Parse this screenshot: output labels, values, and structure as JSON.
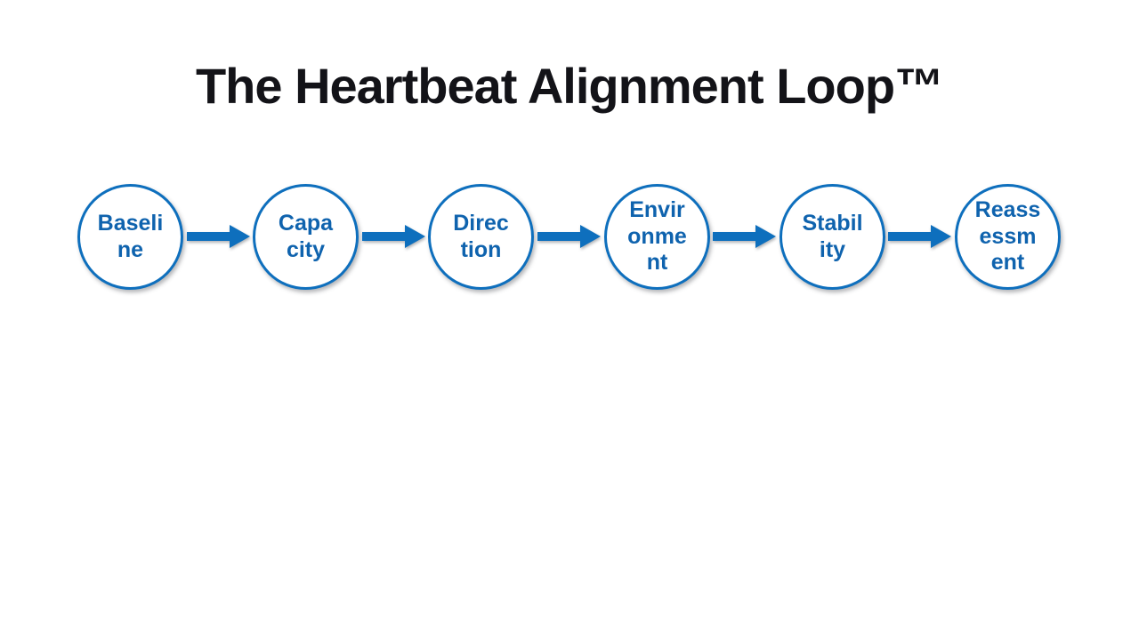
{
  "slide": {
    "title": "The Heartbeat Alignment Loop™",
    "background_color": "#ffffff",
    "title_color": "#131318"
  },
  "diagram": {
    "type": "process-flow",
    "connector_icon": "arrow-right",
    "accent_color": "#0e6fbd",
    "label_color": "#0f63ae",
    "node_fill_color": "#ffffff",
    "steps": [
      {
        "word": "Baseline",
        "label": "Baseli\nne"
      },
      {
        "word": "Capacity",
        "label": "Capa\ncity"
      },
      {
        "word": "Direction",
        "label": "Direc\ntion"
      },
      {
        "word": "Environment",
        "label": "Envir\nonme\nnt"
      },
      {
        "word": "Stability",
        "label": "Stabil\nity"
      },
      {
        "word": "Reassessment",
        "label": "Reass\nessm\nent"
      }
    ]
  }
}
